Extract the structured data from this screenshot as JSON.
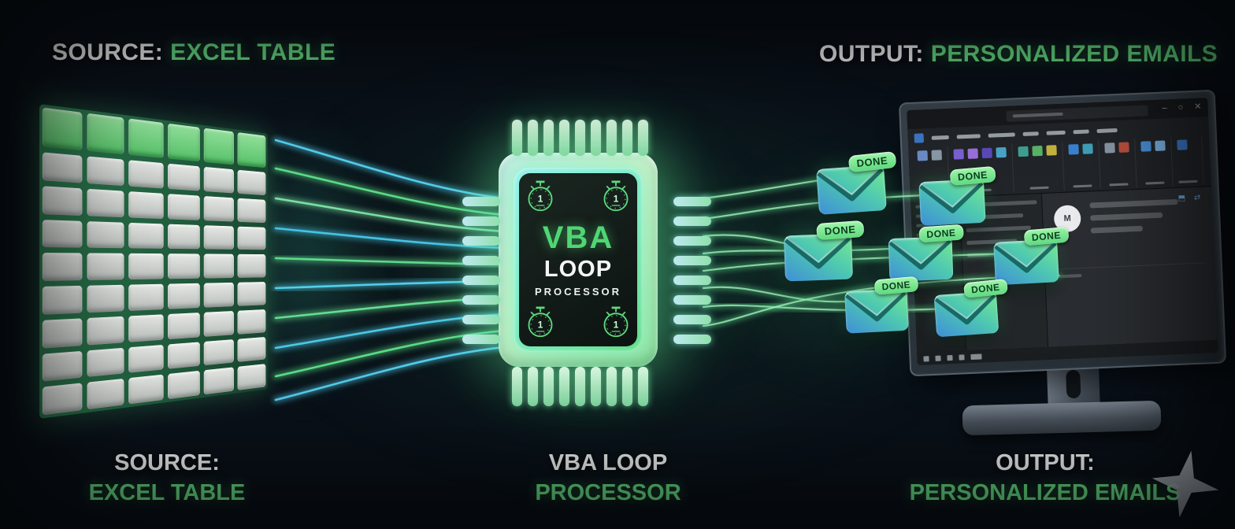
{
  "labels": {
    "top_left": {
      "prefix": "SOURCE:",
      "value": "EXCEL TABLE"
    },
    "top_right": {
      "prefix": "OUTPUT:",
      "value": "PERSONALIZED EMAILS"
    },
    "bottom_left": {
      "line1": "SOURCE:",
      "line2": "EXCEL TABLE"
    },
    "bottom_center": {
      "line1": "VBA LOOP",
      "line2": "PROCESSOR"
    },
    "bottom_right": {
      "line1": "OUTPUT:",
      "line2": "PERSONALIZED EMAILS"
    }
  },
  "chip": {
    "title": "VBA",
    "subtitle": "LOOP",
    "subtitle2": "PROCESSOR",
    "timer_value": "1",
    "timer_count": 4
  },
  "envelopes": {
    "badge_label": "DONE",
    "count": 7
  },
  "excel_table": {
    "columns": 6,
    "header_rows": 1,
    "data_rows": 8
  },
  "monitor": {
    "window_controls": {
      "minimize": "–",
      "maximize": "○",
      "close": "✕"
    }
  },
  "icons": {
    "stopwatch": "timer-stopwatch",
    "sparkle": "four-point-star"
  },
  "colors": {
    "background": "#0a1119",
    "accent_green": "#67de85",
    "text_white": "#f4f6f6",
    "beam_cyan": "#57d3f2",
    "beam_green": "#5fe38c",
    "badge_green": "#7ceb8f",
    "table_header_green": "#55c168",
    "chip_glow": "#5ade8c"
  }
}
